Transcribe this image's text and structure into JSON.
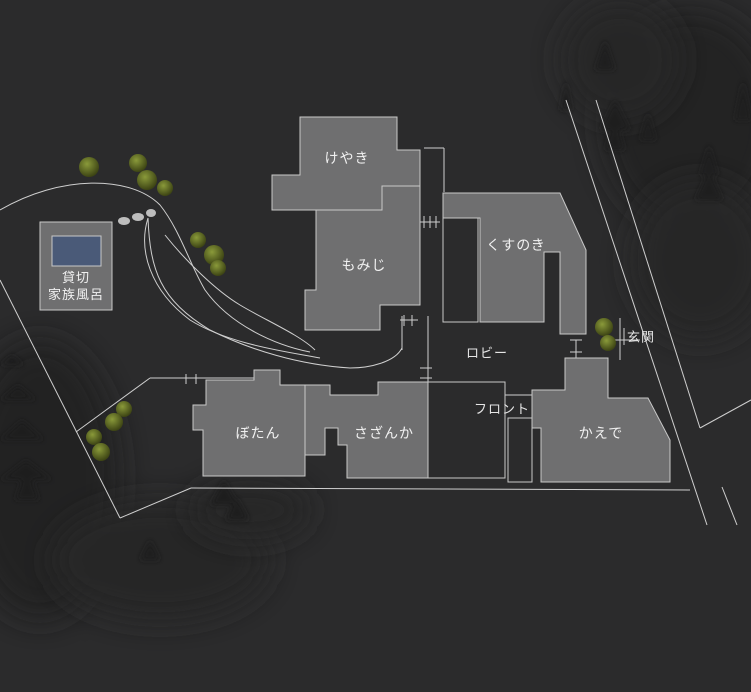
{
  "map": {
    "buildings": {
      "keyaki": "けやき",
      "momiji": "もみじ",
      "kusunoki": "くすのき",
      "botan": "ぼたん",
      "sazanka": "さざんか",
      "kaede": "かえで"
    },
    "facilities": {
      "lobby": "ロビー",
      "front": "フロント",
      "entrance": "玄関",
      "private_bath_line1": "貸切",
      "private_bath_line2": "家族風呂"
    },
    "colors": {
      "background": "#2b2b2c",
      "building_fill": "#6f6f70",
      "outline": "#d0d0d0",
      "bath_water": "#4a5a78",
      "tree": "#6b7a2a"
    }
  }
}
